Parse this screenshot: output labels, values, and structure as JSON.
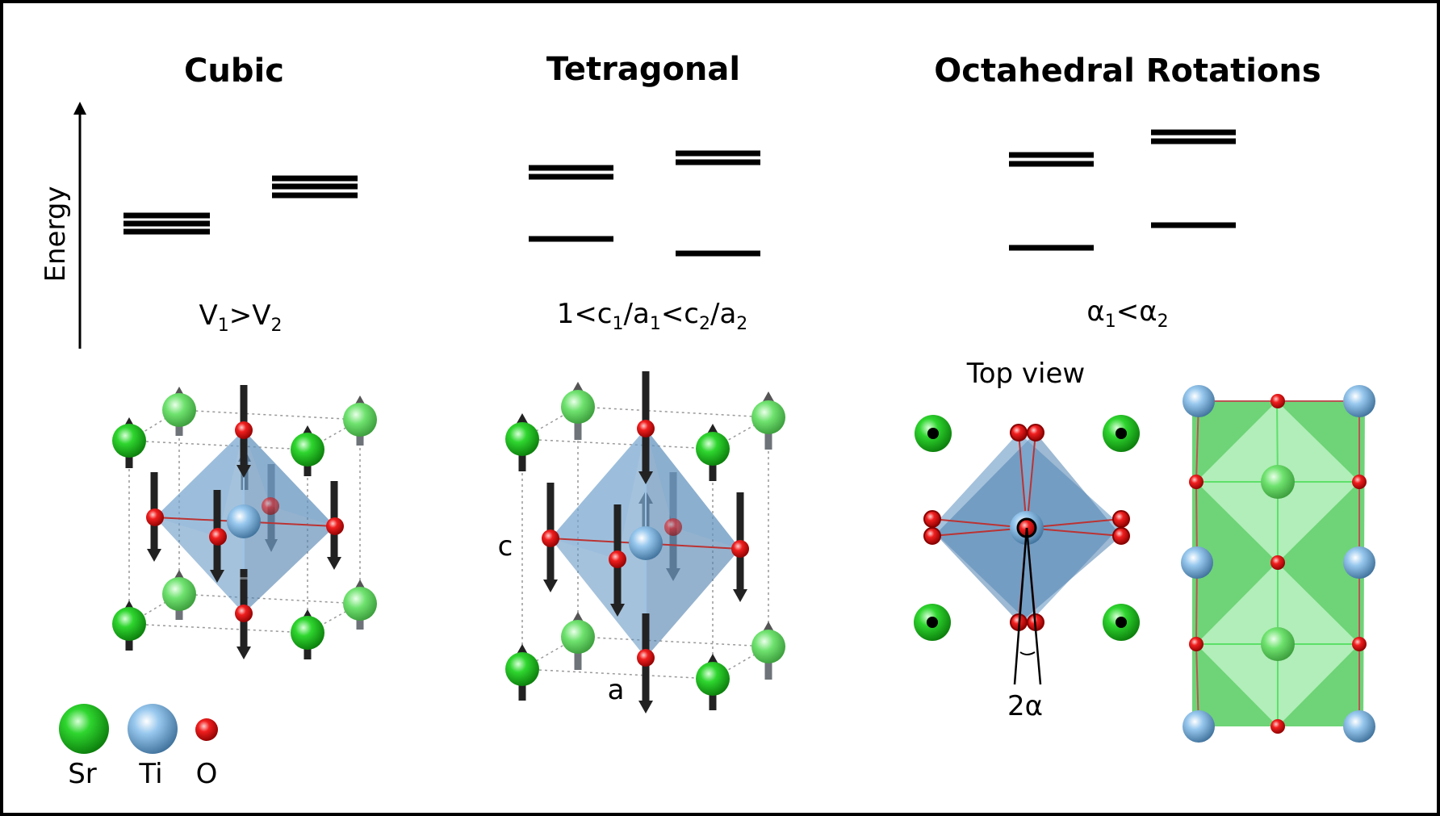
{
  "panels": {
    "cubic": {
      "title": "Cubic",
      "relation": {
        "p1": "V",
        "s1": "1",
        "p2": ">V",
        "s2": "2"
      }
    },
    "tetragonal": {
      "title": "Tetragonal",
      "relation": {
        "p1": "1<c",
        "s1": "1",
        "p2": "/a",
        "s2": "1",
        "p3": "<c",
        "s3": "2",
        "p4": "/a",
        "s4": "2"
      },
      "axis_c": "c",
      "axis_a": "a"
    },
    "octahedral": {
      "title": "Octahedral Rotations",
      "relation": {
        "p1": "α",
        "s1": "1",
        "p2": "<α",
        "s2": "2"
      },
      "top_view": "Top view",
      "angle": "2α"
    }
  },
  "energy_axis_label": "Energy",
  "legend": [
    {
      "label": "Sr",
      "color": "#11b811"
    },
    {
      "label": "Ti",
      "color": "#7fb6e0"
    },
    {
      "label": "O",
      "color": "#e01010"
    }
  ],
  "colors": {
    "sr": "#11b811",
    "ti": "#7fb6e0",
    "o": "#e01010",
    "octahedron": "#5b8fbf",
    "octahedron_green": "#3ec64a"
  }
}
